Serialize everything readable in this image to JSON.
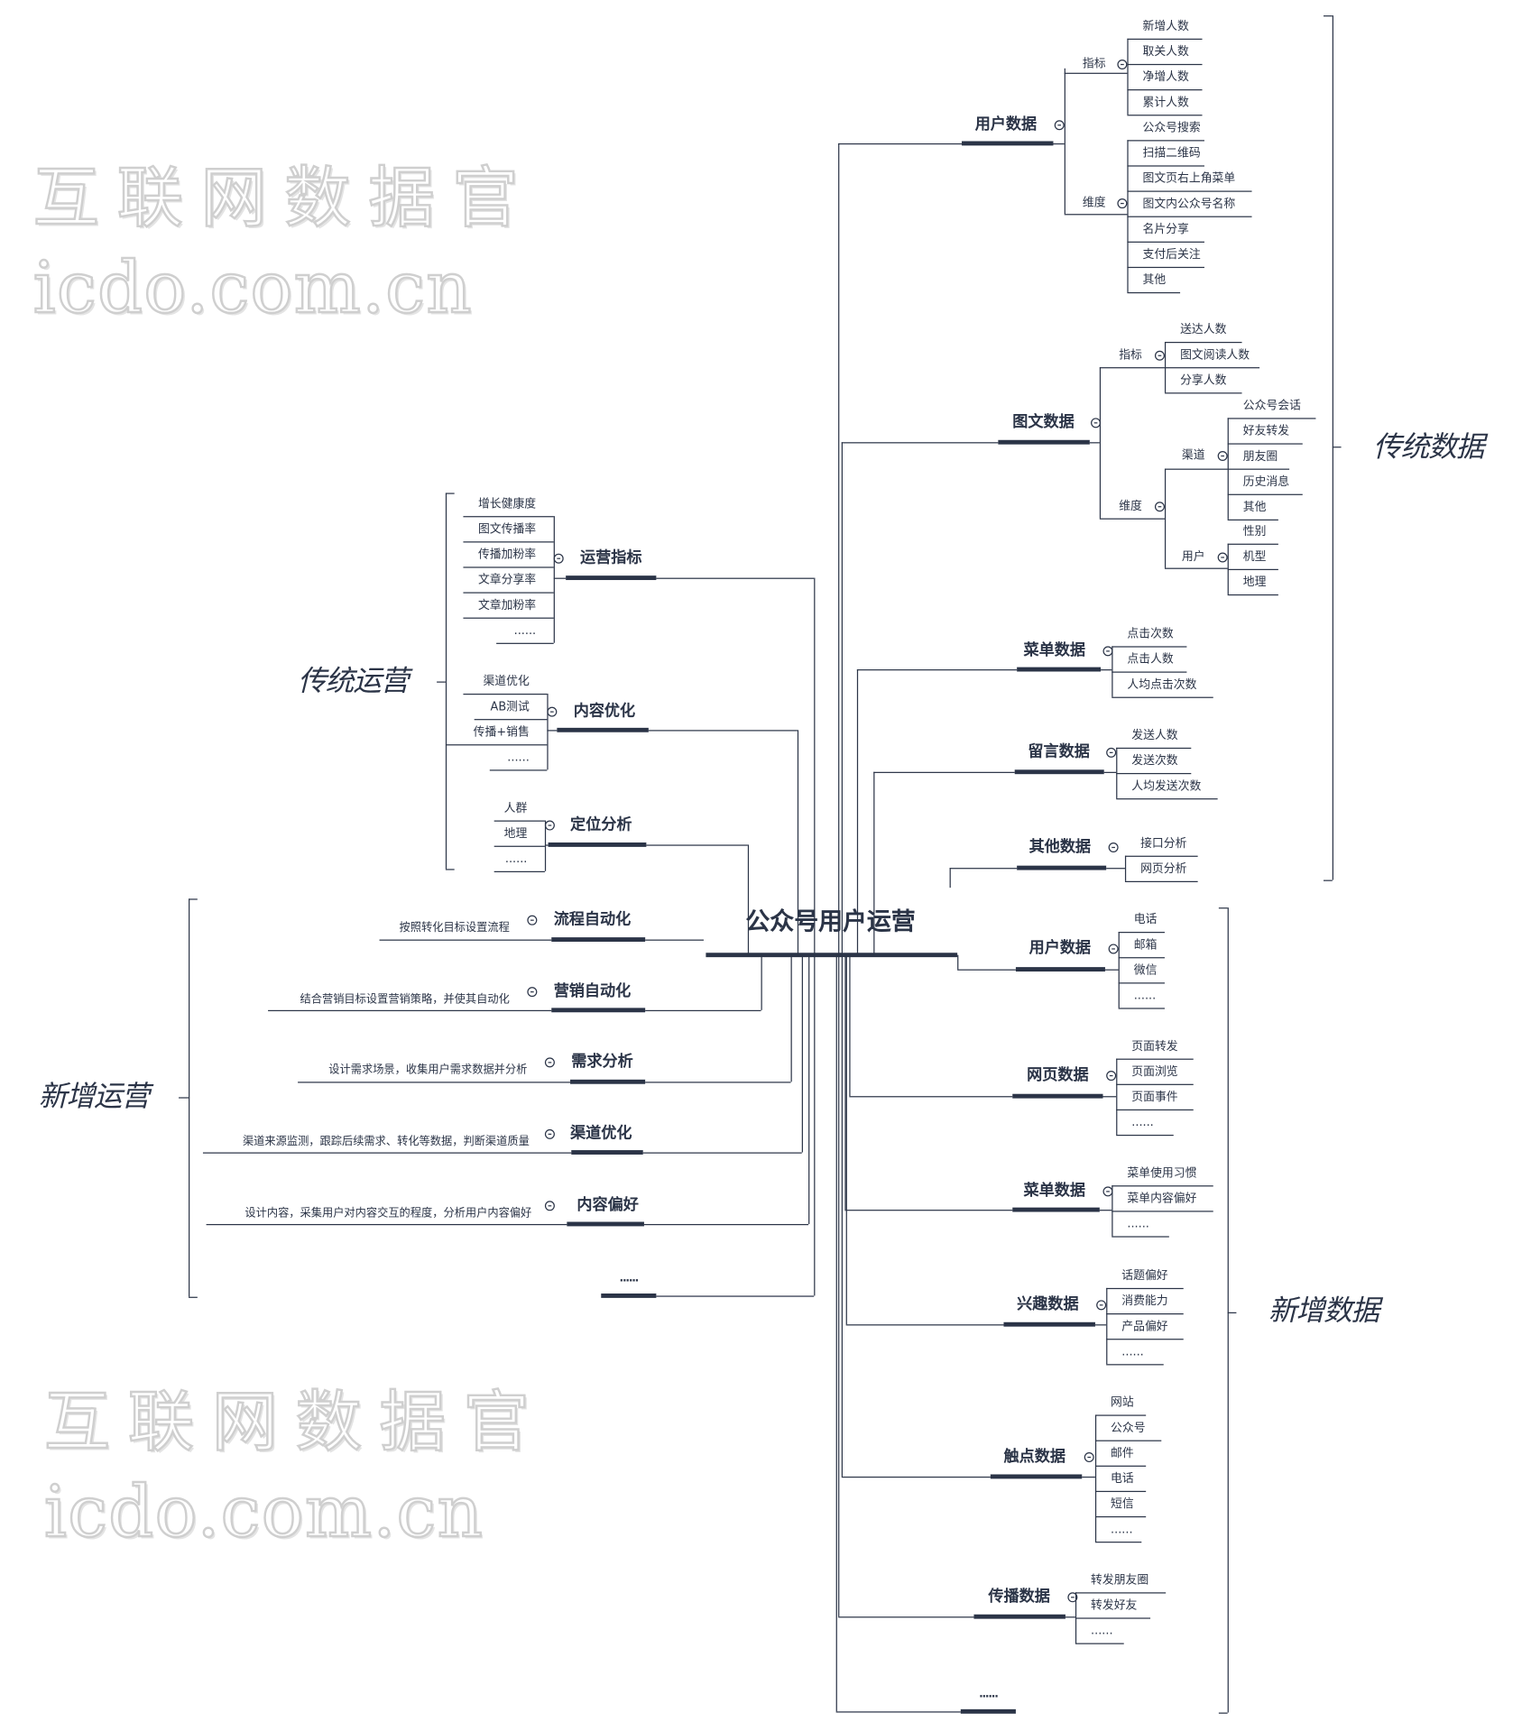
{
  "root": "公众号用户运营",
  "watermark": {
    "cn": "互联网数据官",
    "en": "icdo.com.cn"
  },
  "traditional_data": {
    "label": "传统数据",
    "branches": [
      {
        "label": "用户数据",
        "subs": [
          {
            "label": "指标",
            "items": [
              "新增人数",
              "取关人数",
              "净增人数",
              "累计人数"
            ]
          },
          {
            "label": "维度",
            "items": [
              "公众号搜索",
              "扫描二维码",
              "图文页右上角菜单",
              "图文内公众号名称",
              "名片分享",
              "支付后关注",
              "其他"
            ]
          }
        ]
      },
      {
        "label": "图文数据",
        "subs": [
          {
            "label": "指标",
            "items": [
              "送达人数",
              "图文阅读人数",
              "分享人数"
            ]
          },
          {
            "label": "维度",
            "subs": [
              {
                "label": "渠道",
                "items": [
                  "公众号会话",
                  "好友转发",
                  "朋友圈",
                  "历史消息",
                  "其他"
                ]
              },
              {
                "label": "用户",
                "items": [
                  "性别",
                  "机型",
                  "地理"
                ]
              }
            ]
          }
        ]
      },
      {
        "label": "菜单数据",
        "items": [
          "点击次数",
          "点击人数",
          "人均点击次数"
        ]
      },
      {
        "label": "留言数据",
        "items": [
          "发送人数",
          "发送次数",
          "人均发送次数"
        ]
      },
      {
        "label": "其他数据",
        "items": [
          "接口分析",
          "网页分析"
        ]
      }
    ]
  },
  "new_data": {
    "label": "新增数据",
    "branches": [
      {
        "label": "用户数据",
        "items": [
          "电话",
          "邮箱",
          "微信",
          "......"
        ]
      },
      {
        "label": "网页数据",
        "items": [
          "页面转发",
          "页面浏览",
          "页面事件",
          "......"
        ]
      },
      {
        "label": "菜单数据",
        "items": [
          "菜单使用习惯",
          "菜单内容偏好",
          "......"
        ]
      },
      {
        "label": "兴趣数据",
        "items": [
          "话题偏好",
          "消费能力",
          "产品偏好",
          "......"
        ]
      },
      {
        "label": "触点数据",
        "items": [
          "网站",
          "公众号",
          "邮件",
          "电话",
          "短信",
          "......"
        ]
      },
      {
        "label": "传播数据",
        "items": [
          "转发朋友圈",
          "转发好友",
          "......"
        ]
      },
      {
        "label": "......"
      }
    ]
  },
  "traditional_ops": {
    "label": "传统运营",
    "branches": [
      {
        "label": "运营指标",
        "items": [
          "增长健康度",
          "图文传播率",
          "传播加粉率",
          "文章分享率",
          "文章加粉率",
          "......"
        ]
      },
      {
        "label": "内容优化",
        "items": [
          "渠道优化",
          "AB测试",
          "传播+销售",
          "......"
        ]
      },
      {
        "label": "定位分析",
        "items": [
          "人群",
          "地理",
          "......"
        ]
      }
    ]
  },
  "new_ops": {
    "label": "新增运营",
    "branches": [
      {
        "label": "流程自动化",
        "desc": "按照转化目标设置流程"
      },
      {
        "label": "营销自动化",
        "desc": "结合营销目标设置营销策略，并使其自动化"
      },
      {
        "label": "需求分析",
        "desc": "设计需求场景，收集用户需求数据并分析"
      },
      {
        "label": "渠道优化",
        "desc": "渠道来源监测，跟踪后续需求、转化等数据，判断渠道质量"
      },
      {
        "label": "内容偏好",
        "desc": "设计内容，采集用户对内容交互的程度，分析用户内容偏好"
      },
      {
        "label": "......"
      }
    ]
  },
  "colors": {
    "line": "#2b3447",
    "watermark": "#cfcfcf"
  }
}
